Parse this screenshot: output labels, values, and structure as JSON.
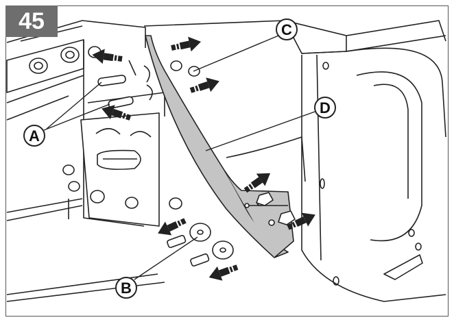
{
  "step_number": "45",
  "callouts": {
    "a": "A",
    "b": "B",
    "c": "C",
    "d": "D"
  },
  "colors": {
    "badge": "#6e6e6e",
    "panel_d": "#c4c4c4",
    "line": "#222222"
  }
}
